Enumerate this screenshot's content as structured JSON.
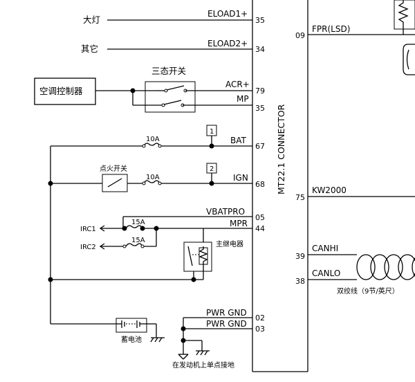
{
  "left_labels": {
    "headlamp": "大灯",
    "other": "其它",
    "ac_controller": "空调控制器",
    "tri_switch": "三态开关",
    "fuse1": "10A",
    "fuse2": "10A",
    "fuse3": "15A",
    "fuse4": "15A",
    "ignition_switch": "点火开关",
    "irc1": "IRC1",
    "irc2": "IRC2",
    "main_relay": "主继电器",
    "battery": "蓄电池",
    "ground_note": "在发动机上单点接地",
    "box1": "1",
    "box2": "2"
  },
  "signals": {
    "eload1": "ELOAD1+",
    "eload2": "ELOAD2+",
    "acr": "ACR+",
    "mp": "MP",
    "bat": "BAT",
    "ign": "IGN",
    "vbatpro": "VBATPRO",
    "mpr": "MPR",
    "pwrgnd1": "PWR GND",
    "pwrgnd2": "PWR GND"
  },
  "pins": {
    "p35a": "35",
    "p34": "34",
    "p79": "79",
    "p35b": "35",
    "p67": "67",
    "p68": "68",
    "p05": "05",
    "p44": "44",
    "p02": "02",
    "p03": "03"
  },
  "connector_title": "MT22.1  CONNECTOR",
  "right_labels": {
    "fpr": "FPR(LSD)",
    "kw": "KW2000",
    "canhi": "CANHI",
    "canlo": "CANLO",
    "twisted_pair": "双绞线（9节/英尺）"
  },
  "right_pins": {
    "p09": "09",
    "p75": "75",
    "p39": "39",
    "p38": "38"
  }
}
